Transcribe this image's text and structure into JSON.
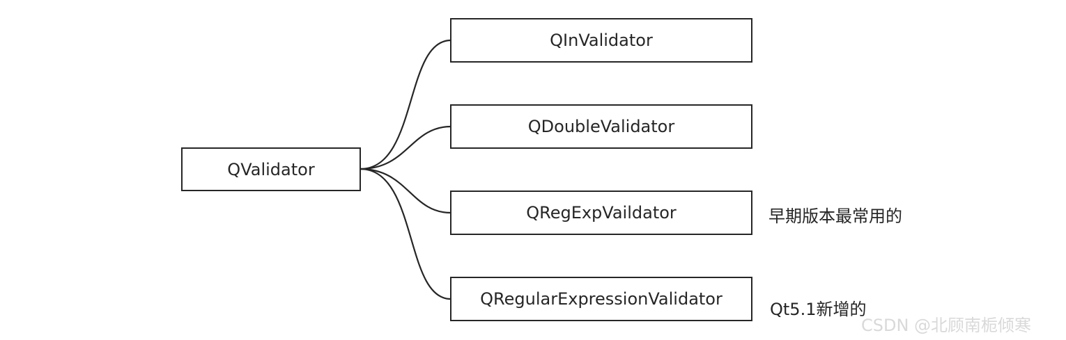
{
  "root": {
    "label": "QValidator"
  },
  "children": [
    {
      "label": "QInValidator",
      "note": ""
    },
    {
      "label": "QDoubleValidator",
      "note": ""
    },
    {
      "label": "QRegExpVaildator",
      "note": "早期版本最常用的"
    },
    {
      "label": "QRegularExpressionValidator",
      "note": "Qt5.1新增的"
    }
  ],
  "watermark": "CSDN @北顾南栀倾寒",
  "colors": {
    "line": "#262626",
    "text": "#262626",
    "watermark": "#d9d9d9"
  }
}
